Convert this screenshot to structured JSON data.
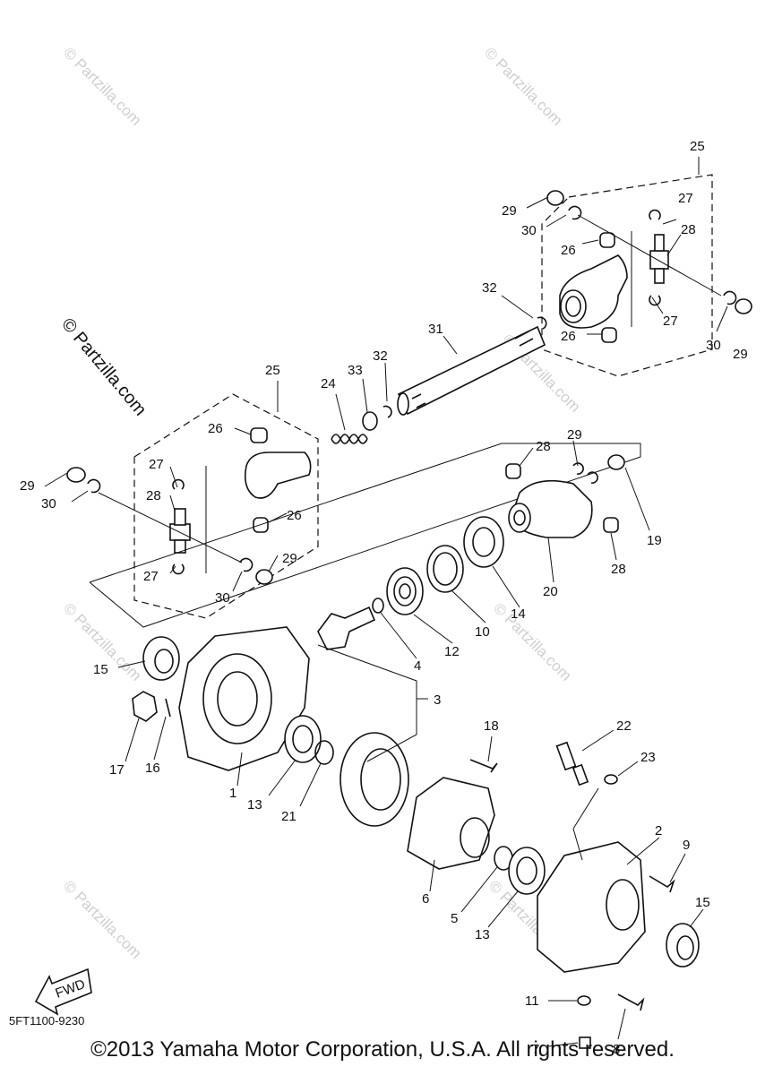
{
  "watermark": "© Partzilla.com",
  "fwd_label": "FWD",
  "ref_code": "5FT1100-9230",
  "copyright": "©2013 Yamaha Motor Corporation, U.S.A. All rights reserved.",
  "callouts": {
    "c1": "1",
    "c2": "2",
    "c3": "3",
    "c4": "4",
    "c5": "5",
    "c6": "6",
    "c7": "7",
    "c8": "8",
    "c9": "9",
    "c10": "10",
    "c11": "11",
    "c12": "12",
    "c13a": "13",
    "c13b": "13",
    "c14": "14",
    "c15a": "15",
    "c15b": "15",
    "c16": "16",
    "c17": "17",
    "c18": "18",
    "c19": "19",
    "c20": "20",
    "c21": "21",
    "c22": "22",
    "c23": "23",
    "c24": "24",
    "c25a": "25",
    "c25b": "25",
    "c26a": "26",
    "c26b": "26",
    "c26c": "26",
    "c26d": "26",
    "c27a": "27",
    "c27b": "27",
    "c27c": "27",
    "c27d": "27",
    "c28a": "28",
    "c28b": "28",
    "c28c": "28",
    "c28d": "28",
    "c29a": "29",
    "c29b": "29",
    "c29c": "29",
    "c29d": "29",
    "c29e": "29",
    "c30a": "30",
    "c30b": "30",
    "c30c": "30",
    "c30d": "30",
    "c31": "31",
    "c32a": "32",
    "c32b": "32",
    "c33": "33"
  }
}
